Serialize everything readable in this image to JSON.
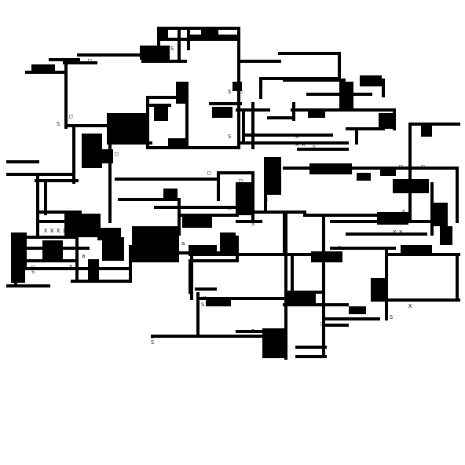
{
  "map": {
    "colors": {
      "background": "#ffffff",
      "wall": "#000000"
    },
    "glyphs": {
      "stair": "S",
      "cross": "X",
      "box": "□",
      "small_a": "a"
    }
  }
}
